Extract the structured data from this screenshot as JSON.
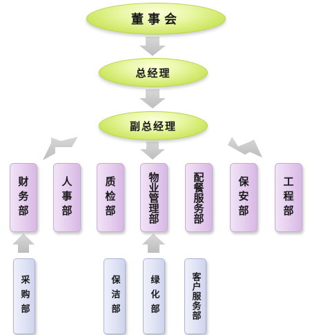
{
  "board": "董事会",
  "general_manager": "总经理",
  "deputy_general_manager": "副总经理",
  "departments": [
    {
      "name": "财务部"
    },
    {
      "name": "人事部"
    },
    {
      "name": "质检部"
    },
    {
      "name": "物业管理部"
    },
    {
      "name": "配餐服务部"
    },
    {
      "name": "保安部"
    },
    {
      "name": "工程部"
    }
  ],
  "sub_departments": [
    {
      "name": "采购部",
      "parent": "财务部"
    },
    {
      "name": "保洁部",
      "parent": "质检部"
    },
    {
      "name": "绿化部",
      "parent": "物业管理部"
    },
    {
      "name": "客户服务部",
      "parent": "配餐服务部"
    }
  ],
  "colors": {
    "oval_fill": "#d9ee7a",
    "department_fill": "#e4ccee",
    "sub_department_fill": "#dfe2f4",
    "arrow": "#cccccc"
  }
}
